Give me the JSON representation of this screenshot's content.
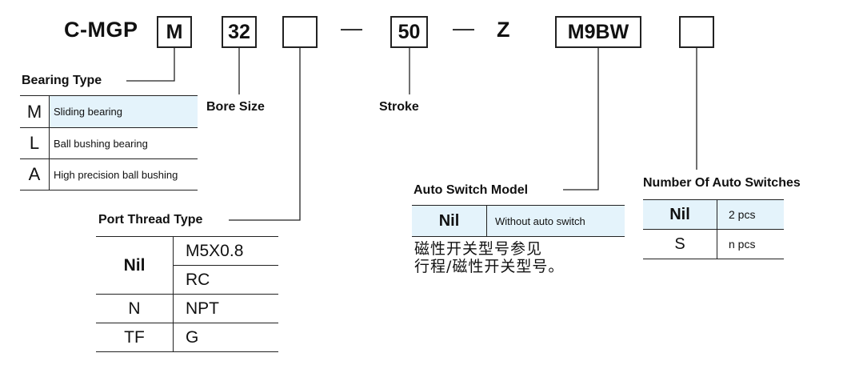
{
  "code": {
    "prefix": "C-MGP",
    "bearing": "M",
    "bore": "32",
    "port": "",
    "dash1": "—",
    "stroke": "50",
    "dash2": "—",
    "z": "Z",
    "switch_model": "M9BW",
    "switch_count": ""
  },
  "bearing_type": {
    "label": "Bearing Type",
    "rows": [
      {
        "code": "M",
        "desc": "Sliding bearing"
      },
      {
        "code": "L",
        "desc": "Ball bushing bearing"
      },
      {
        "code": "A",
        "desc": "High precision ball bushing"
      }
    ]
  },
  "bore_size": {
    "label": "Bore Size"
  },
  "stroke": {
    "label": "Stroke"
  },
  "port_thread": {
    "label": "Port Thread Type",
    "rows": [
      {
        "code": "Nil",
        "values": [
          "M5X0.8",
          "RC"
        ]
      },
      {
        "code": "N",
        "values": [
          "NPT"
        ]
      },
      {
        "code": "TF",
        "values": [
          "G"
        ]
      }
    ]
  },
  "auto_switch_model": {
    "label": "Auto  Switch Model",
    "rows": [
      {
        "code": "Nil",
        "desc": "Without auto  switch"
      }
    ],
    "note_lines": [
      "磁性开关型号参见",
      "行程/磁性开关型号。"
    ]
  },
  "auto_switch_count": {
    "label": "Number Of Auto Switches",
    "rows": [
      {
        "code": "Nil",
        "desc": "2 pcs"
      },
      {
        "code": "S",
        "desc": "n pcs"
      }
    ]
  },
  "colors": {
    "highlight": "#e4f3fb",
    "line": "#222222"
  }
}
